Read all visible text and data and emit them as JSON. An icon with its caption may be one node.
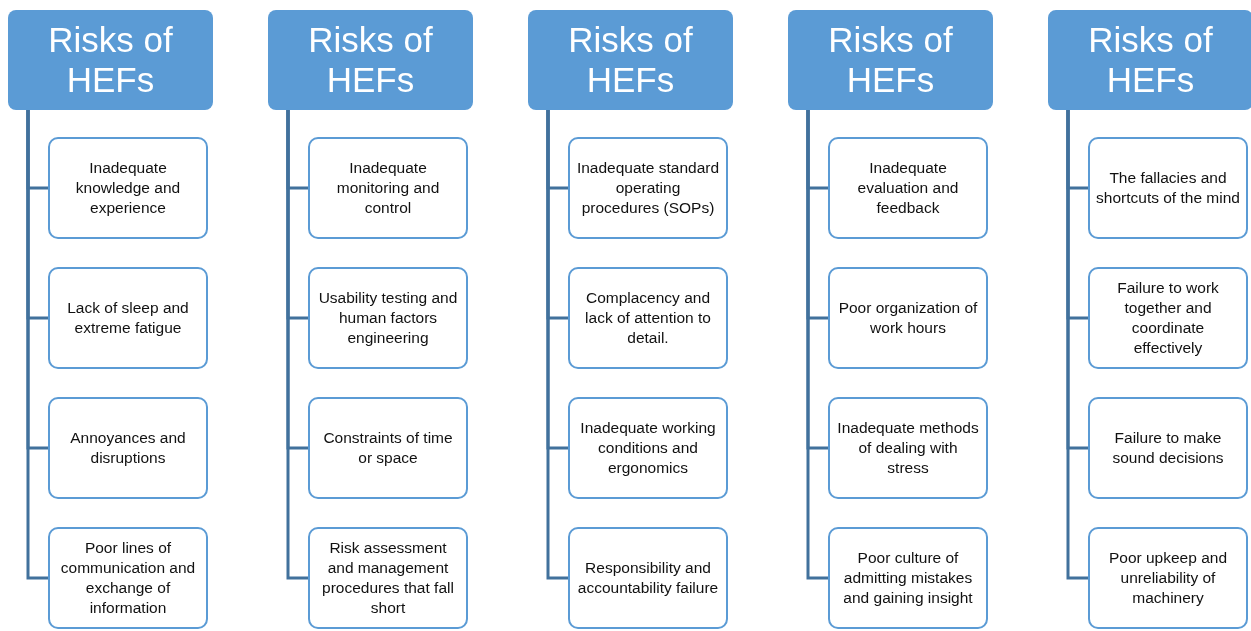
{
  "diagram": {
    "nodes": [
      {
        "text": [
          "Risks of HEFs"
        ]
      },
      {
        "text": [
          "Inadequate knowledge and experience"
        ]
      },
      {
        "text": [
          "Lack of sleep and extreme fatigue"
        ]
      },
      {
        "text": [
          "Annoyances and disruptions"
        ]
      },
      {
        "text": [
          "Poor lines of communication and exchange of information"
        ]
      },
      {
        "text": [
          "Risks of HEFs"
        ]
      },
      {
        "text": [
          "Inadequate monitoring and control"
        ]
      },
      {
        "text": [
          "Usability testing and human factors engineering"
        ]
      },
      {
        "text": [
          "Constraints of time or space"
        ]
      },
      {
        "text": [
          "Risk assessment and management procedures that fall short"
        ]
      },
      {
        "text": [
          "Risks of HEFs"
        ]
      },
      {
        "text": [
          "Inadequate standard operating procedures (SOPs)"
        ]
      },
      {
        "text": [
          "Complacency and lack of attention to detail."
        ]
      },
      {
        "text": [
          "Inadequate working conditions and ergonomics"
        ]
      },
      {
        "text": [
          "Responsibility and accountability failure"
        ]
      },
      {
        "text": [
          "Risks of HEFs"
        ]
      },
      {
        "text": [
          "Inadequate evaluation and feedback"
        ]
      },
      {
        "text": [
          "Poor organization of work hours"
        ]
      },
      {
        "text": [
          "Inadequate methods of dealing with stress"
        ]
      },
      {
        "text": [
          "Poor culture of admitting mistakes and gaining insight"
        ]
      },
      {
        "text": [
          "Risks of HEFs"
        ]
      },
      {
        "text": [
          "The fallacies and shortcuts of the mind"
        ]
      },
      {
        "text": [
          "Failure to work together and coordinate effectively"
        ]
      },
      {
        "text": [
          "Failure to make sound decisions"
        ]
      },
      {
        "text": [
          "Poor upkeep and unreliability of machinery"
        ]
      }
    ],
    "edges": [
      {
        "from": 0,
        "to": 1,
        "arrow": "none"
      },
      {
        "from": 0,
        "to": 2,
        "arrow": "none"
      },
      {
        "from": 0,
        "to": 3,
        "arrow": "none"
      },
      {
        "from": 0,
        "to": 4,
        "arrow": "none"
      },
      {
        "from": 5,
        "to": 6,
        "arrow": "none"
      },
      {
        "from": 5,
        "to": 7,
        "arrow": "none"
      },
      {
        "from": 5,
        "to": 8,
        "arrow": "none"
      },
      {
        "from": 5,
        "to": 9,
        "arrow": "none"
      },
      {
        "from": 10,
        "to": 11,
        "arrow": "none"
      },
      {
        "from": 10,
        "to": 12,
        "arrow": "none"
      },
      {
        "from": 10,
        "to": 13,
        "arrow": "none"
      },
      {
        "from": 10,
        "to": 14,
        "arrow": "none"
      },
      {
        "from": 15,
        "to": 16,
        "arrow": "none"
      },
      {
        "from": 15,
        "to": 17,
        "arrow": "none"
      },
      {
        "from": 15,
        "to": 18,
        "arrow": "none"
      },
      {
        "from": 15,
        "to": 19,
        "arrow": "none"
      },
      {
        "from": 20,
        "to": 21,
        "arrow": "none"
      },
      {
        "from": 20,
        "to": 22,
        "arrow": "none"
      },
      {
        "from": 20,
        "to": 23,
        "arrow": "none"
      },
      {
        "from": 20,
        "to": 24,
        "arrow": "none"
      }
    ]
  }
}
